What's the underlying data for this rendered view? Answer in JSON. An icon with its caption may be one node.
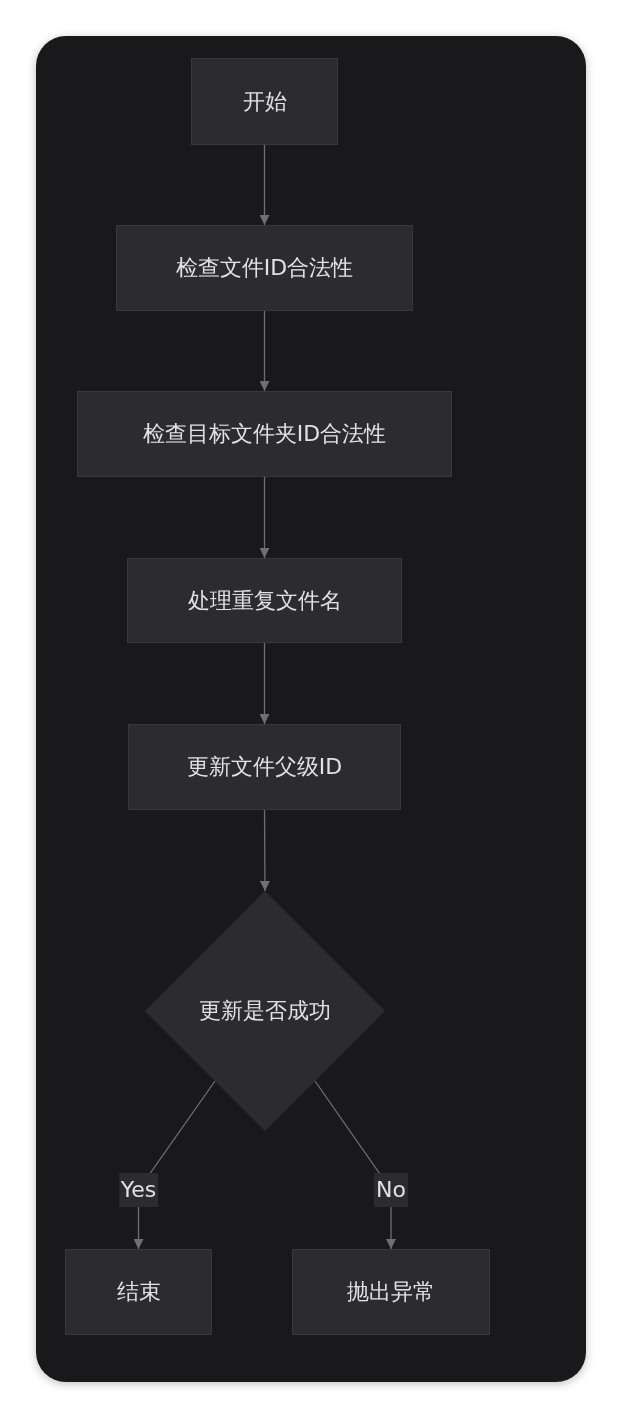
{
  "diagram": {
    "nodes": [
      {
        "text": [
          "开始"
        ]
      },
      {
        "text": [
          "检查文件ID合法性"
        ]
      },
      {
        "text": [
          "检查目标文件夹ID合法性"
        ]
      },
      {
        "text": [
          "处理重复文件名"
        ]
      },
      {
        "text": [
          "更新文件父级ID"
        ]
      },
      {
        "text": [
          "更新是否成功"
        ]
      },
      {
        "text": [
          "结束"
        ]
      },
      {
        "text": [
          "抛出异常"
        ]
      }
    ],
    "edges": [
      {
        "from": 0,
        "to": 1,
        "arrow": "to"
      },
      {
        "from": 1,
        "to": 2,
        "arrow": "to"
      },
      {
        "from": 2,
        "to": 3,
        "arrow": "to"
      },
      {
        "from": 3,
        "to": 4,
        "arrow": "to"
      },
      {
        "from": 4,
        "to": 5,
        "arrow": "to"
      },
      {
        "from": 5,
        "to": 6,
        "arrow": "to",
        "label": "Yes"
      },
      {
        "from": 5,
        "to": 7,
        "arrow": "to",
        "label": "No"
      }
    ]
  }
}
